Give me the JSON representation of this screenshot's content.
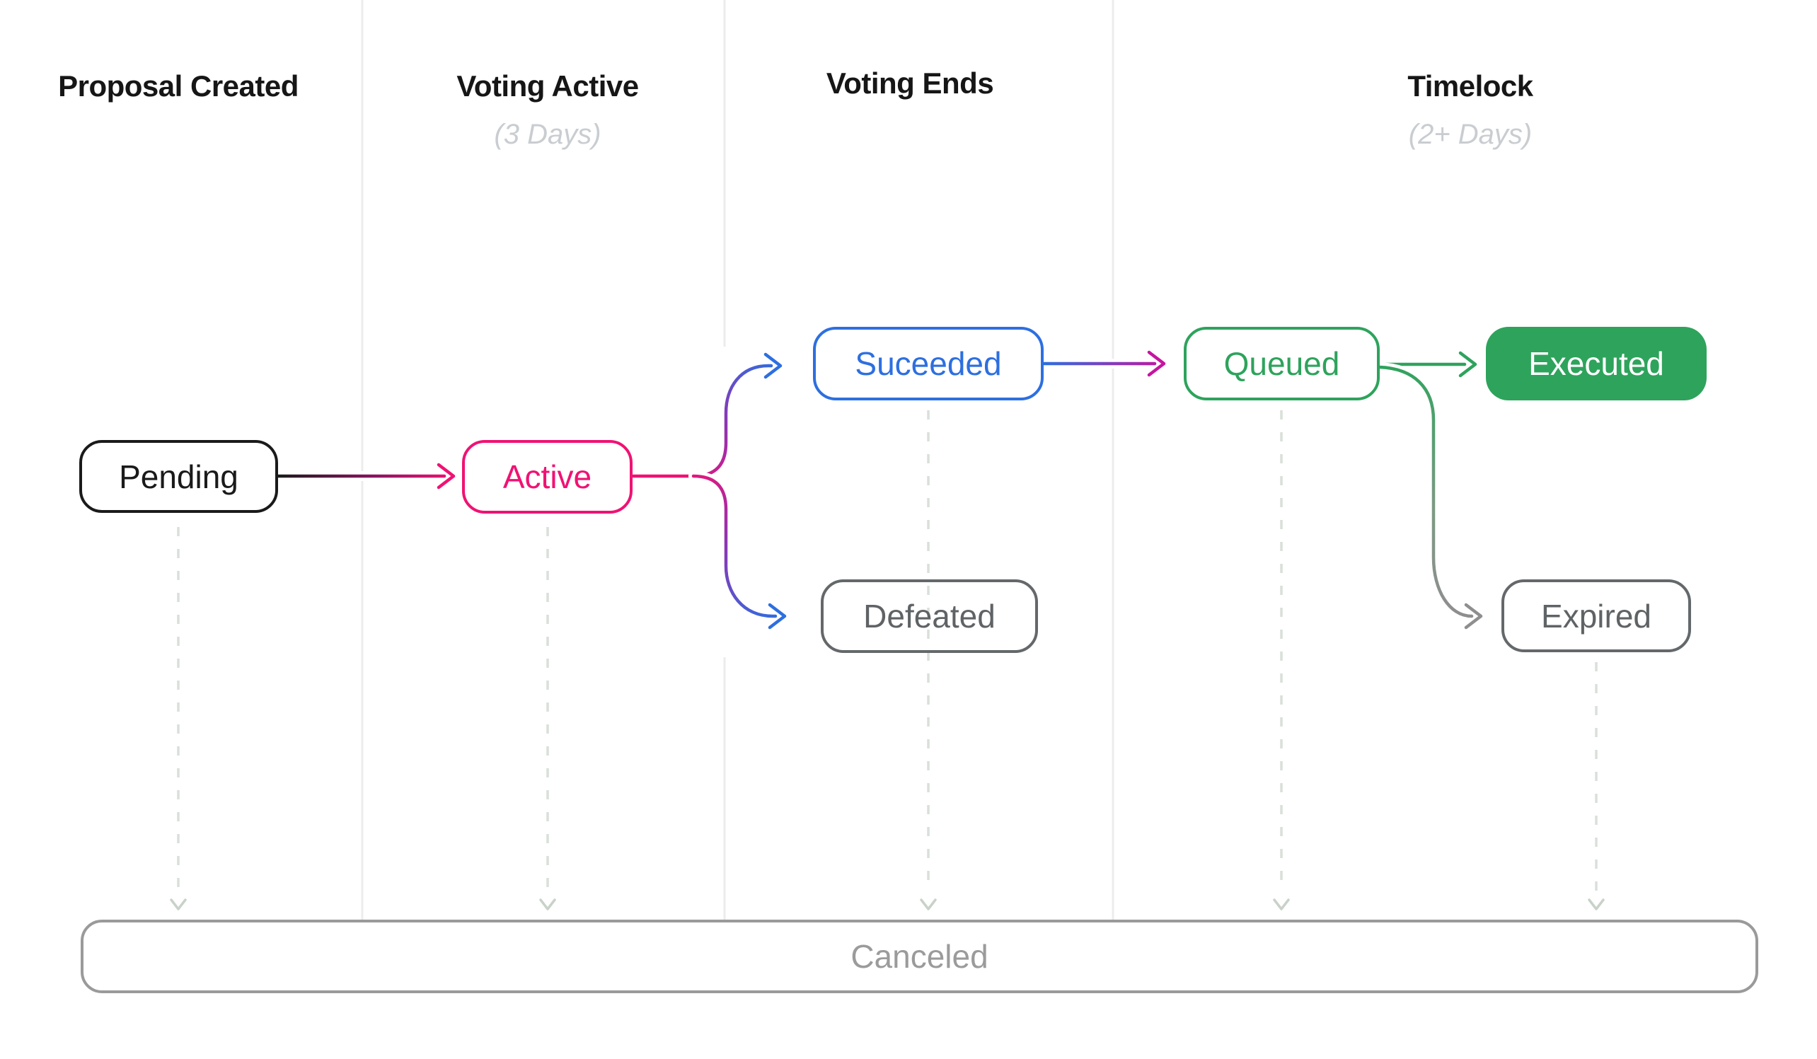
{
  "diagram": {
    "title_row": {
      "columns": [
        {
          "title": "Proposal Created",
          "subtitle": ""
        },
        {
          "title": "Voting Active",
          "subtitle": "(3 Days)"
        },
        {
          "title": "Voting Ends",
          "subtitle": ""
        },
        {
          "title": "Timelock",
          "subtitle": "(2+ Days)"
        }
      ]
    },
    "nodes": {
      "pending": {
        "label": "Pending"
      },
      "active": {
        "label": "Active"
      },
      "succeeded": {
        "label": "Suceeded"
      },
      "defeated": {
        "label": "Defeated"
      },
      "queued": {
        "label": "Queued"
      },
      "executed": {
        "label": "Executed"
      },
      "expired": {
        "label": "Expired"
      },
      "canceled": {
        "label": "Canceled"
      }
    },
    "edges": [
      {
        "from": "Pending",
        "to": "Active",
        "style": "gradient-black-pink"
      },
      {
        "from": "Active",
        "to": "Suceeded",
        "style": "gradient-pink-purple-blue"
      },
      {
        "from": "Active",
        "to": "Defeated",
        "style": "gradient-pink-purple-blue"
      },
      {
        "from": "Suceeded",
        "to": "Queued",
        "style": "gradient-blue-magenta"
      },
      {
        "from": "Queued",
        "to": "Executed",
        "style": "solid-green"
      },
      {
        "from": "Queued",
        "to": "Expired",
        "style": "gradient-green-gray"
      },
      {
        "from": "any-state",
        "to": "Canceled",
        "style": "dashed-gray"
      }
    ],
    "colors": {
      "black": "#1A1A1A",
      "pink": "#F01273",
      "purple": "#9232B2",
      "blue": "#2D6FE0",
      "magenta": "#C515A0",
      "green": "#2EA35C",
      "node_gray": "#5F6365",
      "canceled_gray": "#9B9B9B",
      "dashed_line": "#D9DFD9",
      "column_divider": "#ECECEC",
      "background": "#FFFFFF"
    }
  }
}
